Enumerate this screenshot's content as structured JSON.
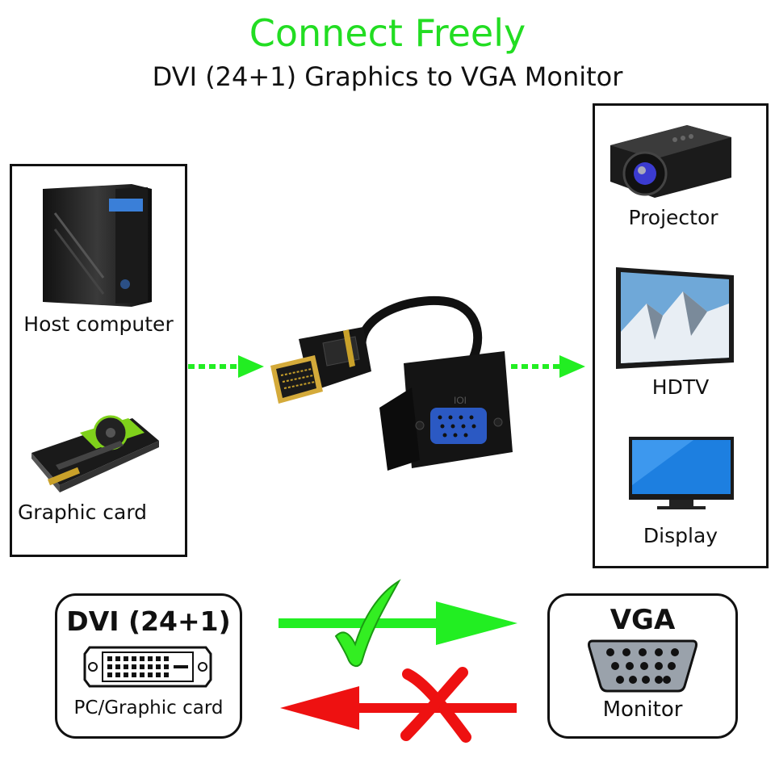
{
  "header": {
    "title": "Connect Freely",
    "subtitle": "DVI  (24+1) Graphics to VGA Monitor"
  },
  "sources": {
    "host": "Host computer",
    "card": "Graphic card"
  },
  "outputs": {
    "projector": "Projector",
    "hdtv": "HDTV",
    "display": "Display"
  },
  "ports": {
    "dvi_title": "DVI (24+1)",
    "dvi_caption": "PC/Graphic card",
    "vga_title": "VGA",
    "vga_caption": "Monitor"
  },
  "colors": {
    "ok_arrow": "#22ee22",
    "bad_arrow": "#ee1111",
    "title_green": "#22dd22"
  },
  "icons": {
    "check": "check-icon",
    "cross": "x-mark-icon"
  }
}
